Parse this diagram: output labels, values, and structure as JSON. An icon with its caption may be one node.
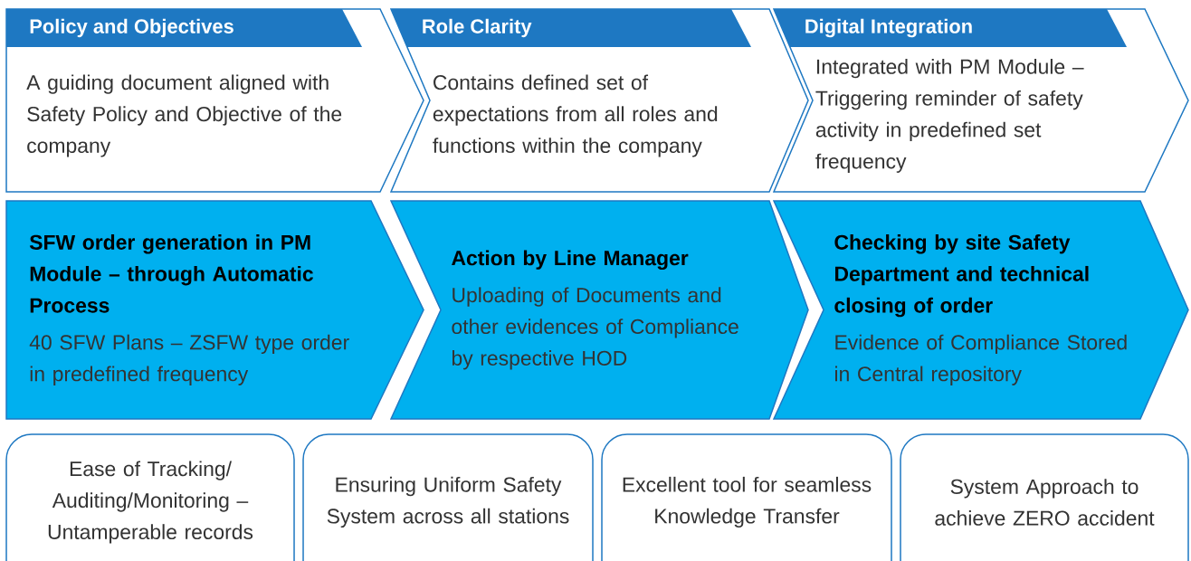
{
  "diagram": {
    "nodes": [
      {
        "text": [
          "Policy and Objectives",
          "A guiding document aligned with Safety Policy and Objective of the company"
        ]
      },
      {
        "text": [
          "Role Clarity",
          "Contains defined set of expectations from all roles and functions within the company"
        ]
      },
      {
        "text": [
          "Digital Integration",
          "Integrated with PM Module – Triggering reminder of safety activity in predefined set frequency"
        ]
      },
      {
        "text": [
          "SFW order generation in PM Module – through Automatic Process",
          "40 SFW Plans – ZSFW type order in predefined frequency"
        ]
      },
      {
        "text": [
          "Action by Line Manager",
          "Uploading of Documents and other evidences of Compliance by respective HOD"
        ]
      },
      {
        "text": [
          "Checking by site Safety Department and technical closing of order",
          "Evidence of Compliance Stored in Central repository"
        ]
      },
      {
        "text": [
          "Ease of Tracking/ Auditing/Monitoring – Untamperable records"
        ]
      },
      {
        "text": [
          "Ensuring Uniform Safety System across all stations"
        ]
      },
      {
        "text": [
          "Excellent tool for seamless Knowledge Transfer"
        ]
      },
      {
        "text": [
          "System Approach to achieve ZERO accident"
        ]
      }
    ]
  }
}
